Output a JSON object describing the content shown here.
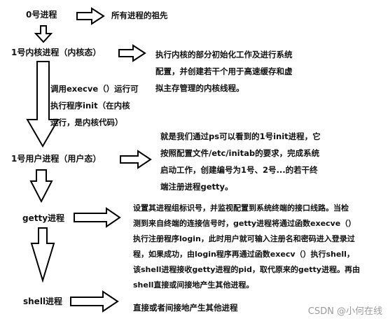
{
  "stages": [
    {
      "label": "0号进程",
      "desc": [
        "所有进程的祖先"
      ]
    },
    {
      "label": "1号内核进程（内核态）",
      "desc": [
        "执行内核的部分初始化工作及进行系统",
        "配置，并创建若干个用于高速缓存和虚",
        "拟主存管理的内核线程。"
      ]
    },
    {
      "label": "1号用户进程（用户态）",
      "desc": [
        "就是我们通过ps可以看到的1号init进程，它",
        "按照配置文件/etc/initab的要求，完成系统",
        "启动工作，创建编号为1号、2号...的若干终",
        "端注册进程getty。"
      ]
    },
    {
      "label": "getty进程",
      "desc": [
        "设置其进程组标识号，并监视配置到系统终端的接口线路。当检",
        "测到来自终端的连接信号时，getty进程将通过函数execve（）",
        "执行注册程序login，此时用户就可输入注册名和密码进入登录过",
        "程，如果成功，由login程序再通过函数execv（）执行shell，",
        "该shell进程接收getty进程的pid，取代原来的getty进程。再由",
        "shell直接或间接地产生其他进程。"
      ]
    },
    {
      "label": "shell进程",
      "desc": [
        "直接或者间接地产生其他进程"
      ]
    }
  ],
  "transition_note": [
    "调用execve（）运行可",
    "执行程序init（在内核",
    "运行，是内核代码）"
  ],
  "watermark": "CSDN @小何在线"
}
